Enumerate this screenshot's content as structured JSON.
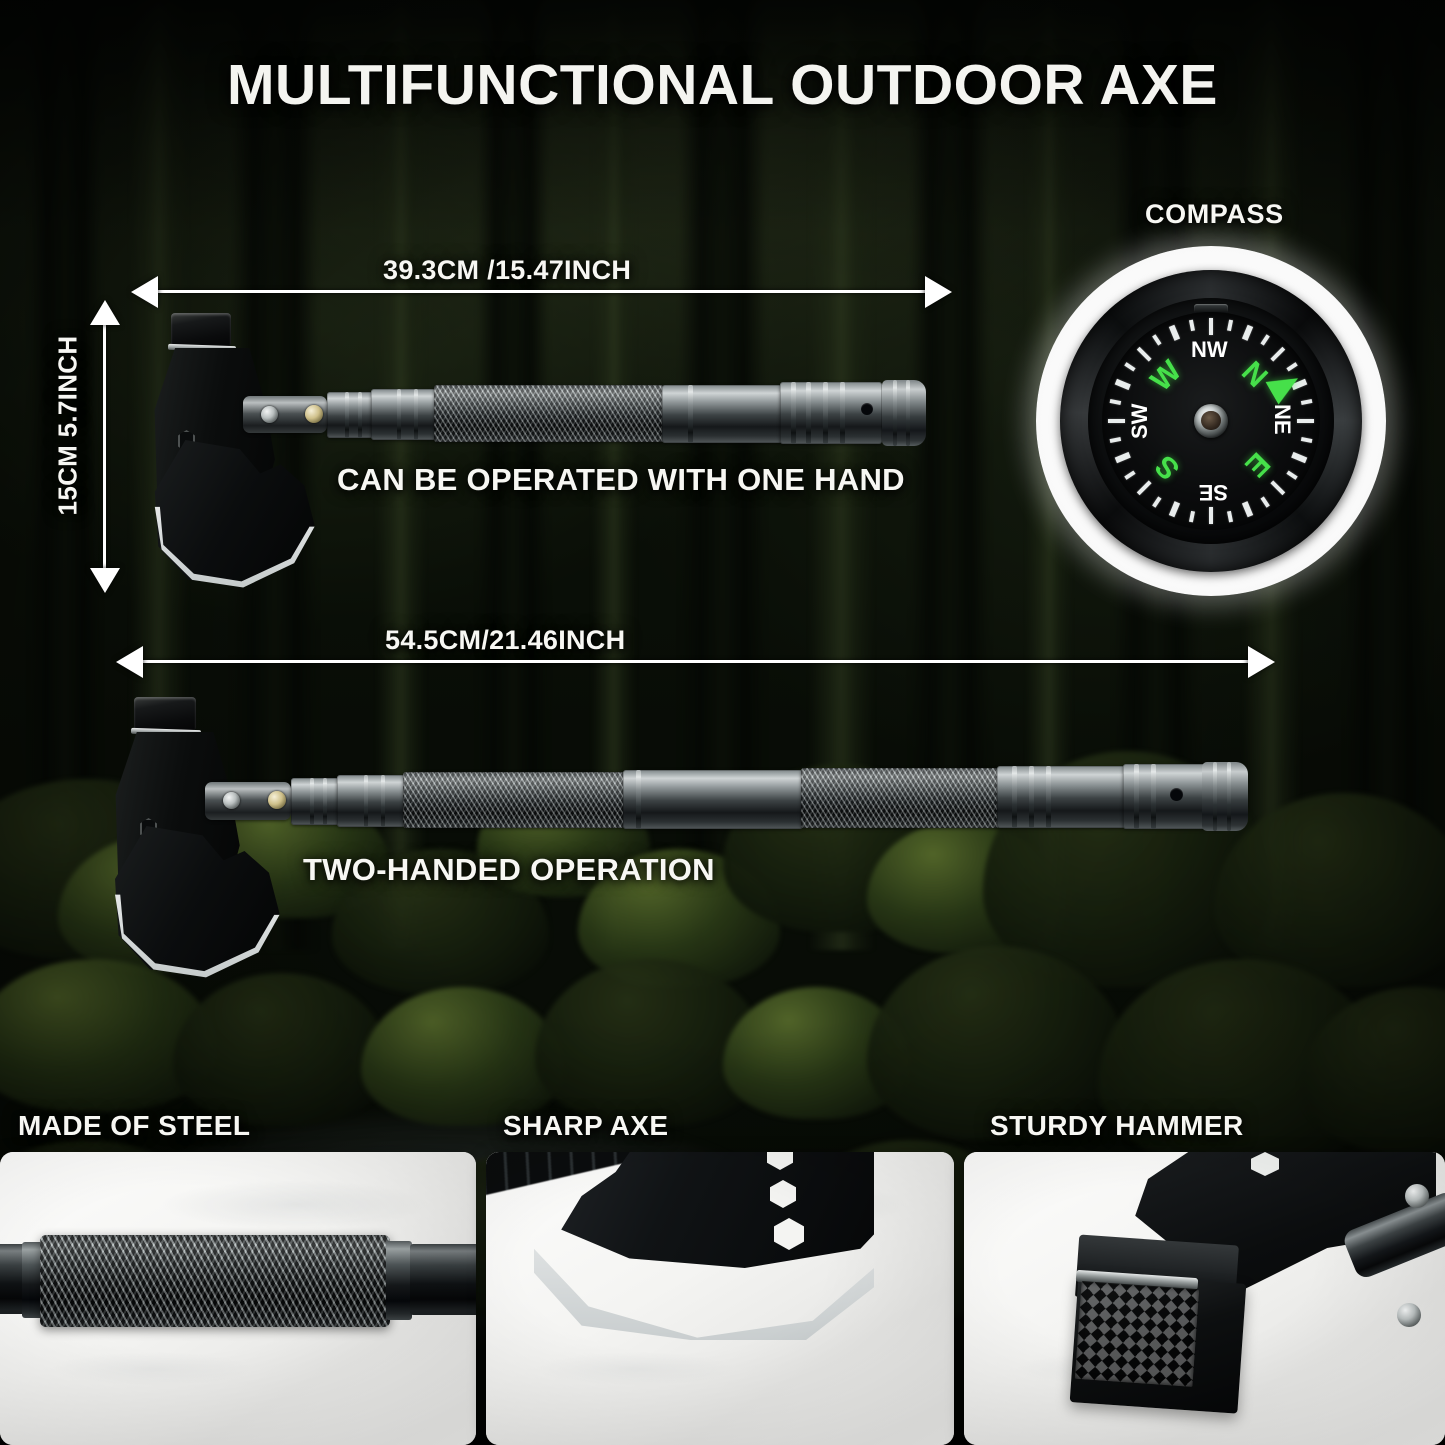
{
  "header": {
    "title": "MULTIFUNCTIONAL OUTDOOR AXE"
  },
  "dimensions": {
    "compact_length": "39.3CM /15.47INCH",
    "extended_length": "54.5CM/21.46INCH",
    "head_height": "15CM 5.7INCH"
  },
  "captions": {
    "one_hand": "CAN BE OPERATED WITH ONE HAND",
    "two_hand": "TWO-HANDED OPERATION",
    "compass": "COMPASS"
  },
  "compass": {
    "label": "COMPASS",
    "cardinals": [
      "N",
      "E",
      "S",
      "W"
    ],
    "intercardinals": [
      "NE",
      "SE",
      "SW",
      "NW"
    ],
    "cardinal_color": "#46e04a",
    "intercardinal_color": "#ffffff",
    "needle_color": "#46e04a",
    "dial_rotation_deg": 45
  },
  "feature_panels": [
    {
      "label": "MADE OF STEEL"
    },
    {
      "label": "SHARP AXE"
    },
    {
      "label": "STURDY HAMMER"
    }
  ],
  "colors": {
    "text": "#f7f7f3",
    "accent_green": "#46e04a",
    "dimension_line": "#ffffff",
    "panel_background": "#f2f2f0",
    "backdrop": "#0a0d08"
  }
}
